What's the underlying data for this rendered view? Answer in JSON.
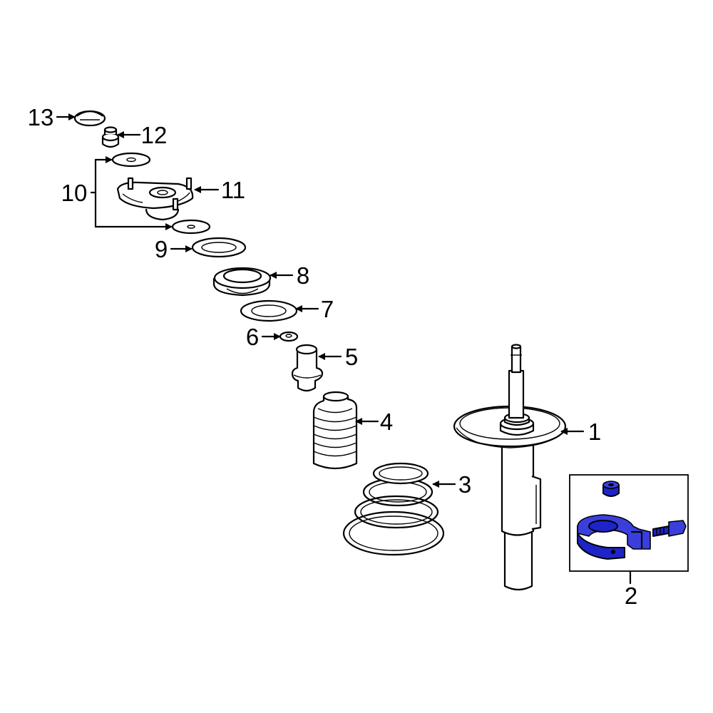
{
  "diagram": {
    "callouts": {
      "c1": "1",
      "c2": "2",
      "c3": "3",
      "c4": "4",
      "c5": "5",
      "c6": "6",
      "c7": "7",
      "c8": "8",
      "c9": "9",
      "c10": "10",
      "c11": "11",
      "c12": "12",
      "c13": "13"
    },
    "colors": {
      "highlight": "#1e24c8",
      "line": "#000000",
      "background": "#ffffff"
    }
  }
}
